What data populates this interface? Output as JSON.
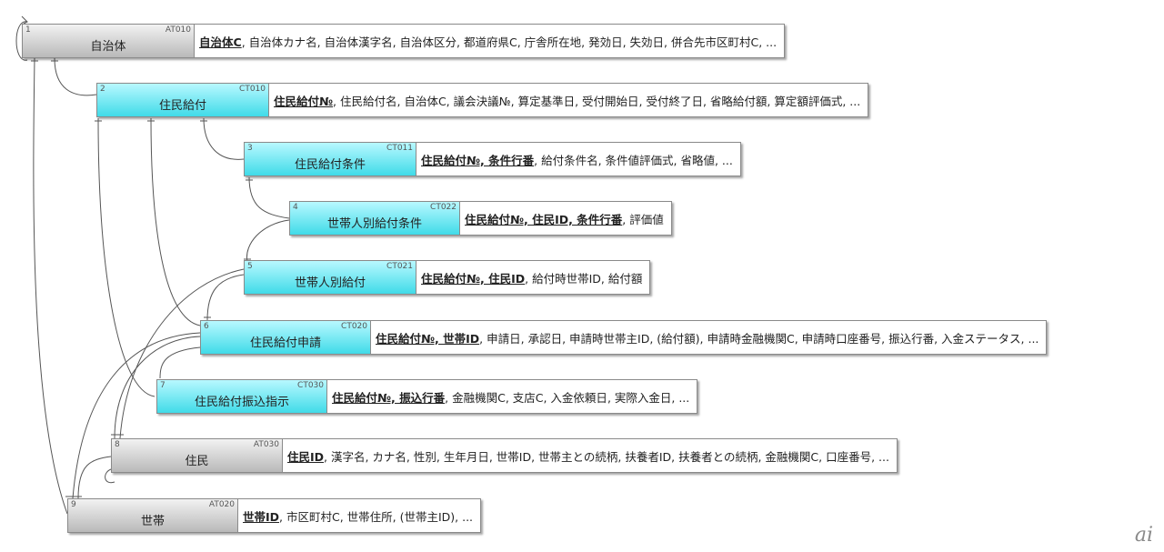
{
  "entities": [
    {
      "num": "1",
      "code": "AT010",
      "name": "自治体",
      "keys": "自治体C",
      "rest": ", 自治体カナ名, 自治体漢字名, 自治体区分, 都道府県C, 庁舎所在地, 発効日, 失効日, 併合先市区町村C, ..."
    },
    {
      "num": "2",
      "code": "CT010",
      "name": "住民給付",
      "keys": "住民給付№",
      "rest": ", 住民給付名, 自治体C, 議会決議№, 算定基準日, 受付開始日, 受付終了日, 省略給付額, 算定額評価式, ..."
    },
    {
      "num": "3",
      "code": "CT011",
      "name": "住民給付条件",
      "keys": "住民給付№, 条件行番",
      "rest": ", 給付条件名, 条件値評価式, 省略値, ..."
    },
    {
      "num": "4",
      "code": "CT022",
      "name": "世帯人別給付条件",
      "keys": "住民給付№, 住民ID, 条件行番",
      "rest": ", 評価値"
    },
    {
      "num": "5",
      "code": "CT021",
      "name": "世帯人別給付",
      "keys": "住民給付№, 住民ID",
      "rest": ", 給付時世帯ID, 給付額"
    },
    {
      "num": "6",
      "code": "CT020",
      "name": "住民給付申請",
      "keys": "住民給付№, 世帯ID",
      "rest": ", 申請日, 承認日, 申請時世帯主ID, (給付額), 申請時金融機関C, 申請時口座番号, 振込行番, 入金ステータス, ..."
    },
    {
      "num": "7",
      "code": "CT030",
      "name": "住民給付振込指示",
      "keys": "住民給付№, 振込行番",
      "rest": ", 金融機関C, 支店C, 入金依頼日, 実際入金日, ..."
    },
    {
      "num": "8",
      "code": "AT030",
      "name": "住民",
      "keys": "住民ID",
      "rest": ", 漢字名, カナ名, 性別, 生年月日, 世帯ID, 世帯主との続柄, 扶養者ID, 扶養者との続柄, 金融機関C, 口座番号, ..."
    },
    {
      "num": "9",
      "code": "AT020",
      "name": "世帯",
      "keys": "世帯ID",
      "rest": ", 市区町村C, 世帯住所, (世帯主ID), ..."
    }
  ],
  "colors": {
    "master": "#c9c9c9",
    "transaction": "#5fe3ee"
  },
  "logo": "ai"
}
